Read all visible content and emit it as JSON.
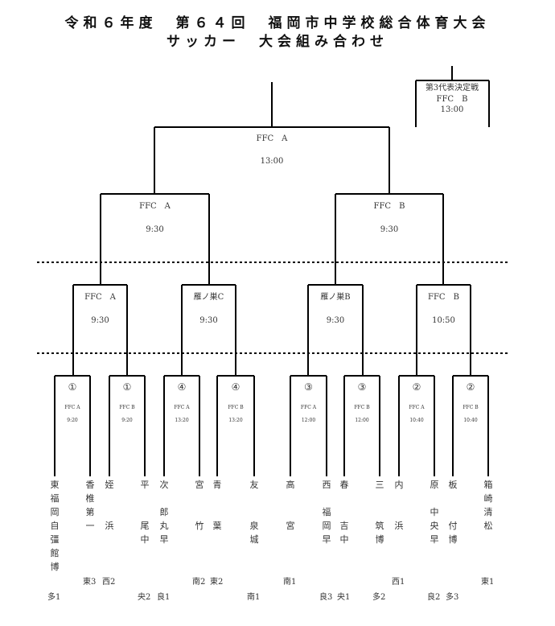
{
  "title": {
    "line1": "令和６年度　第６４回　福岡市中学校総合体育大会",
    "line2": "サッカー　大会組み合わせ"
  },
  "third_place": {
    "label": "第3代表決定戦",
    "venue": "FFC　B",
    "time": "13:00"
  },
  "final": {
    "venue": "FFC　A",
    "time": "13:00"
  },
  "semifinals": [
    {
      "venue": "FFC　A",
      "time": "9:30"
    },
    {
      "venue": "FFC　B",
      "time": "9:30"
    }
  ],
  "quarterfinals": [
    {
      "venue": "FFC　A",
      "time": "9:30"
    },
    {
      "venue": "雁ノ巣C",
      "time": "9:30"
    },
    {
      "venue": "雁ノ巣B",
      "time": "9:30"
    },
    {
      "venue": "FFC　B",
      "time": "10:50"
    }
  ],
  "first_round": [
    {
      "num": "①",
      "venue": "FFC A",
      "time": "9:20"
    },
    {
      "num": "①",
      "venue": "FFC B",
      "time": "9:20"
    },
    {
      "num": "④",
      "venue": "FFC A",
      "time": "13:20"
    },
    {
      "num": "④",
      "venue": "FFC B",
      "time": "13:20"
    },
    {
      "num": "③",
      "venue": "FFC A",
      "time": "12:00"
    },
    {
      "num": "③",
      "venue": "FFC B",
      "time": "12:00"
    },
    {
      "num": "②",
      "venue": "FFC A",
      "time": "10:40"
    },
    {
      "num": "②",
      "venue": "FFC B",
      "time": "10:40"
    }
  ],
  "schools": [
    {
      "chars": [
        "東",
        "福",
        "岡",
        "自",
        "彊",
        "館",
        "博"
      ],
      "lower": "",
      "bottom": "多1"
    },
    {
      "chars": [
        "香",
        "椎",
        "第",
        "一"
      ],
      "lower": "東3",
      "bottom": ""
    },
    {
      "chars": [
        "姪",
        "",
        "",
        "浜"
      ],
      "lower": "西2",
      "bottom": ""
    },
    {
      "chars": [
        "平",
        "",
        "",
        "尾",
        "中"
      ],
      "lower": "",
      "bottom": "央2"
    },
    {
      "chars": [
        "次",
        "",
        "郎",
        "丸",
        "早"
      ],
      "lower": "",
      "bottom": "良1"
    },
    {
      "chars": [
        "宮",
        "",
        "",
        "竹"
      ],
      "lower": "南2",
      "bottom": ""
    },
    {
      "chars": [
        "青",
        "",
        "",
        "葉"
      ],
      "lower": "東2",
      "bottom": ""
    },
    {
      "chars": [
        "友",
        "",
        "",
        "泉",
        "城"
      ],
      "lower": "",
      "bottom": "南1"
    },
    {
      "chars": [
        "高",
        "",
        "",
        "宮"
      ],
      "lower": "南1",
      "bottom": ""
    },
    {
      "chars": [
        "西",
        "",
        "福",
        "岡",
        "早"
      ],
      "lower": "",
      "bottom": "良3"
    },
    {
      "chars": [
        "春",
        "",
        "",
        "吉",
        "中"
      ],
      "lower": "",
      "bottom": "央1"
    },
    {
      "chars": [
        "三",
        "",
        "",
        "筑",
        "博"
      ],
      "lower": "",
      "bottom": "多2"
    },
    {
      "chars": [
        "内",
        "",
        "",
        "浜"
      ],
      "lower": "西1",
      "bottom": ""
    },
    {
      "chars": [
        "原",
        "",
        "中",
        "央",
        "早"
      ],
      "lower": "",
      "bottom": "良2"
    },
    {
      "chars": [
        "板",
        "",
        "",
        "付",
        "博"
      ],
      "lower": "",
      "bottom": "多3"
    },
    {
      "chars": [
        "箱",
        "崎",
        "清",
        "松"
      ],
      "lower": "東1",
      "bottom": ""
    }
  ]
}
